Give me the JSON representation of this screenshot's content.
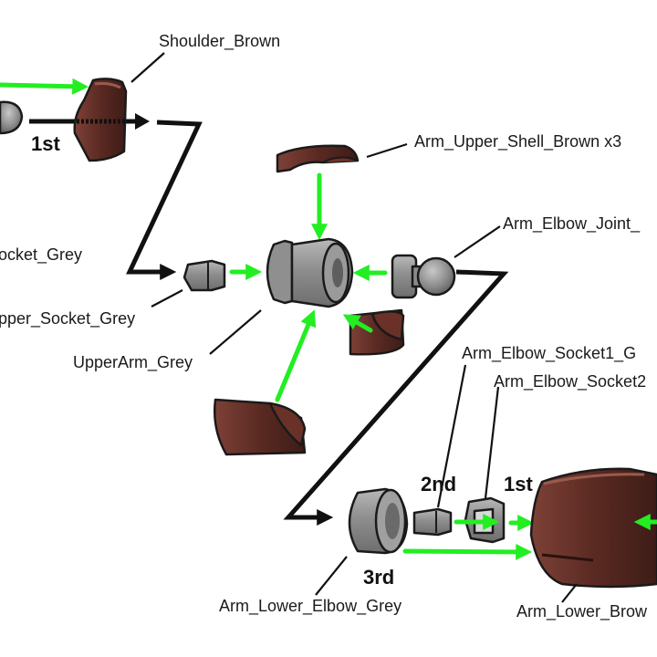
{
  "labels": {
    "shoulder": "Shoulder_Brown",
    "upper_shell": "Arm_Upper_Shell_Brown x3",
    "elbow_joint": "Arm_Elbow_Joint_",
    "socket_grey": "ocket_Grey",
    "upper_socket": "pper_Socket_Grey",
    "upperarm": "UpperArm_Grey",
    "elbow_socket1": "Arm_Elbow_Socket1_G",
    "elbow_socket2": "Arm_Elbow_Socket2",
    "lower_elbow": "Arm_Lower_Elbow_Grey",
    "lower_brown": "Arm_Lower_Brow"
  },
  "order": {
    "first_top": "1st",
    "second": "2nd",
    "first_bottom": "1st",
    "third": "3rd"
  },
  "colors": {
    "brown": "#5a2a22",
    "brown_light": "#7a3d33",
    "grey": "#8c8c8c",
    "grey_light": "#b5b5b5",
    "green_arrow": "#22ee22",
    "flow_line": "#111111"
  }
}
